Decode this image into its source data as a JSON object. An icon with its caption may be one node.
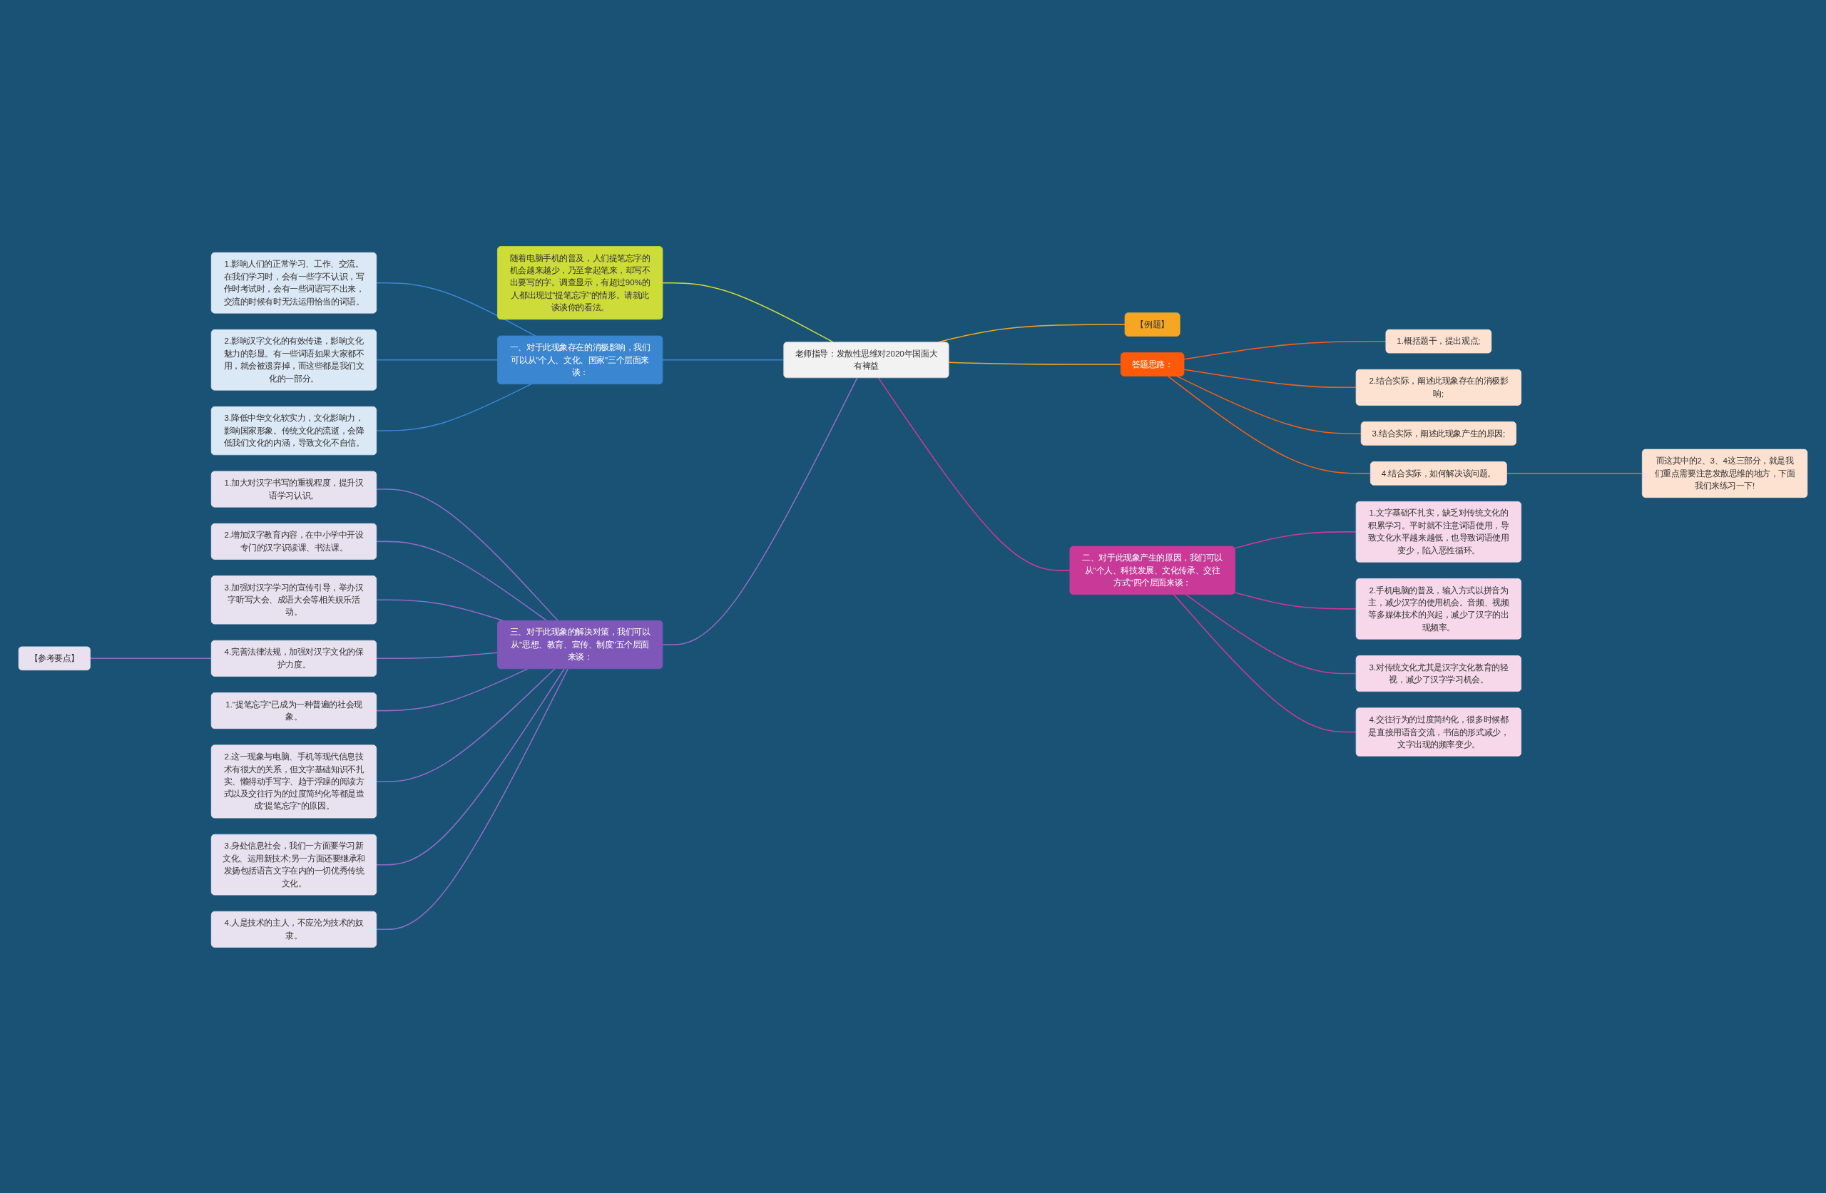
{
  "diagram": {
    "nodes": [
      {
        "text": [
          "老师指导：发散性思维对2020年国面大有裨益"
        ]
      },
      {
        "text": [
          "随着电脑手机的普及，人们提笔忘字的机会越来越少，乃至拿起笔来，却写不出要写的字。调查显示，有超过90%的人都出现过\"提笔忘字\"的情形。请就此谈谈你的看法。"
        ]
      },
      {
        "text": [
          "一、对于此现象存在的消极影响，我们可以从\"个人、文化、国家\"三个层面来谈："
        ]
      },
      {
        "text": [
          "1.影响人们的正常学习、工作、交流。在我们学习时，会有一些字不认识，写作时考试时，会有一些词语写不出来，交流的时候有时无法运用恰当的词语。"
        ]
      },
      {
        "text": [
          "2.影响汉字文化的有效传递，影响文化魅力的彰显。有一些词语如果大家都不用，就会被遗弃掉，而这些都是我们文化的一部分。"
        ]
      },
      {
        "text": [
          "3.降低中华文化软实力，文化影响力，影响国家形象。传统文化的流逝，会降低我们文化的内涵，导致文化不自信。"
        ]
      },
      {
        "text": [
          "三、对于此现象的解决对策，我们可以从\"思想、教育、宣传、制度\"五个层面来谈："
        ]
      },
      {
        "text": [
          "1.加大对汉字书写的重视程度，提升汉语学习认识。"
        ]
      },
      {
        "text": [
          "2.增加汉字教育内容，在中小学中开设专门的汉字识读课、书法课。"
        ]
      },
      {
        "text": [
          "3.加强对汉字学习的宣传引导，举办汉字听写大会、成语大会等相关娱乐活动。"
        ]
      },
      {
        "text": [
          "4.完善法律法规，加强对汉字文化的保护力度。"
        ]
      },
      {
        "text": [
          "【参考要点】"
        ]
      },
      {
        "text": [
          "1.\"提笔忘字\"已成为一种普遍的社会现象。"
        ]
      },
      {
        "text": [
          "2.这一现象与电脑、手机等现代信息技术有很大的关系，但文字基础知识不扎实、懒得动手写字、趋于浮躁的阅读方式以及交往行为的过度简约化等都是造成\"提笔忘字\"的原因。"
        ]
      },
      {
        "text": [
          "3.身处信息社会，我们一方面要学习新文化、运用新技术;另一方面还要继承和发扬包括语言文字在内的一切优秀传统文化。"
        ]
      },
      {
        "text": [
          "4.人是技术的主人，不应沦为技术的奴隶。"
        ]
      },
      {
        "text": [
          "【例题】"
        ]
      },
      {
        "text": [
          "答题思路："
        ]
      },
      {
        "text": [
          "1.概括题干，提出观点;"
        ]
      },
      {
        "text": [
          "2.结合实际，阐述此现象存在的消极影响;"
        ]
      },
      {
        "text": [
          "3.结合实际，阐述此现象产生的原因;"
        ]
      },
      {
        "text": [
          "4.结合实际，如何解决该问题。"
        ]
      },
      {
        "text": [
          "而这其中的2、3、4这三部分，就是我们重点需要注意发散思维的地方，下面我们来练习一下!"
        ]
      },
      {
        "text": [
          "二、对于此现象产生的原因，我们可以从\"个人、科技发展、文化传承、交往方式\"四个层面来谈："
        ]
      },
      {
        "text": [
          "1.文字基础不扎实，缺乏对传统文化的积累学习。平时就不注意词语使用，导致文化水平越来越低，也导致词语使用变少，陷入恶性循环。"
        ]
      },
      {
        "text": [
          "2.手机电脑的普及，输入方式以拼音为主，减少汉字的使用机会。音频、视频等多媒体技术的兴起，减少了汉字的出现频率。"
        ]
      },
      {
        "text": [
          "3.对传统文化尤其是汉字文化教育的轻视，减少了汉字学习机会。"
        ]
      },
      {
        "text": [
          "4.交往行为的过度简约化，很多时候都是直接用语音交流，书信的形式减少，文字出现的频率变少。"
        ]
      }
    ],
    "edges": [
      {
        "from": 0,
        "to": 1,
        "arrow": "none",
        "color": "#cddc39"
      },
      {
        "from": 0,
        "to": 2,
        "arrow": "none",
        "color": "#3a86d0"
      },
      {
        "from": 2,
        "to": 3,
        "arrow": "none",
        "color": "#3a86d0"
      },
      {
        "from": 2,
        "to": 4,
        "arrow": "none",
        "color": "#3a86d0"
      },
      {
        "from": 2,
        "to": 5,
        "arrow": "none",
        "color": "#3a86d0"
      },
      {
        "from": 0,
        "to": 6,
        "arrow": "none"
      },
      {
        "from": 6,
        "to": 7,
        "arrow": "none"
      },
      {
        "from": 6,
        "to": 8,
        "arrow": "none"
      },
      {
        "from": 6,
        "to": 9,
        "arrow": "none"
      },
      {
        "from": 6,
        "to": 10,
        "arrow": "none"
      },
      {
        "from": 10,
        "to": 11,
        "arrow": "none"
      },
      {
        "from": 6,
        "to": 12,
        "arrow": "none"
      },
      {
        "from": 6,
        "to": 13,
        "arrow": "none"
      },
      {
        "from": 6,
        "to": 14,
        "arrow": "none"
      },
      {
        "from": 6,
        "to": 15,
        "arrow": "none"
      },
      {
        "from": 0,
        "to": 16,
        "arrow": "none",
        "color": "#f5a623"
      },
      {
        "from": 0,
        "to": 17,
        "arrow": "none",
        "color": "#f5a623"
      },
      {
        "from": 17,
        "to": 18,
        "arrow": "none",
        "color": "#f0601a"
      },
      {
        "from": 17,
        "to": 19,
        "arrow": "none",
        "color": "#f0601a"
      },
      {
        "from": 17,
        "to": 20,
        "arrow": "none",
        "color": "#f0601a"
      },
      {
        "from": 17,
        "to": 21,
        "arrow": "none",
        "color": "#f0601a"
      },
      {
        "from": 21,
        "to": 22,
        "arrow": "none",
        "color": "#f0601a"
      },
      {
        "from": 0,
        "to": 23,
        "arrow": "none",
        "color": "#c93a98"
      },
      {
        "from": 23,
        "to": 24,
        "arrow": "none",
        "color": "#c93a98"
      },
      {
        "from": 23,
        "to": 25,
        "arrow": "none",
        "color": "#c93a98"
      },
      {
        "from": 23,
        "to": 26,
        "arrow": "none",
        "color": "#c93a98"
      },
      {
        "from": 23,
        "to": 27,
        "arrow": "none",
        "color": "#c93a98"
      }
    ]
  }
}
